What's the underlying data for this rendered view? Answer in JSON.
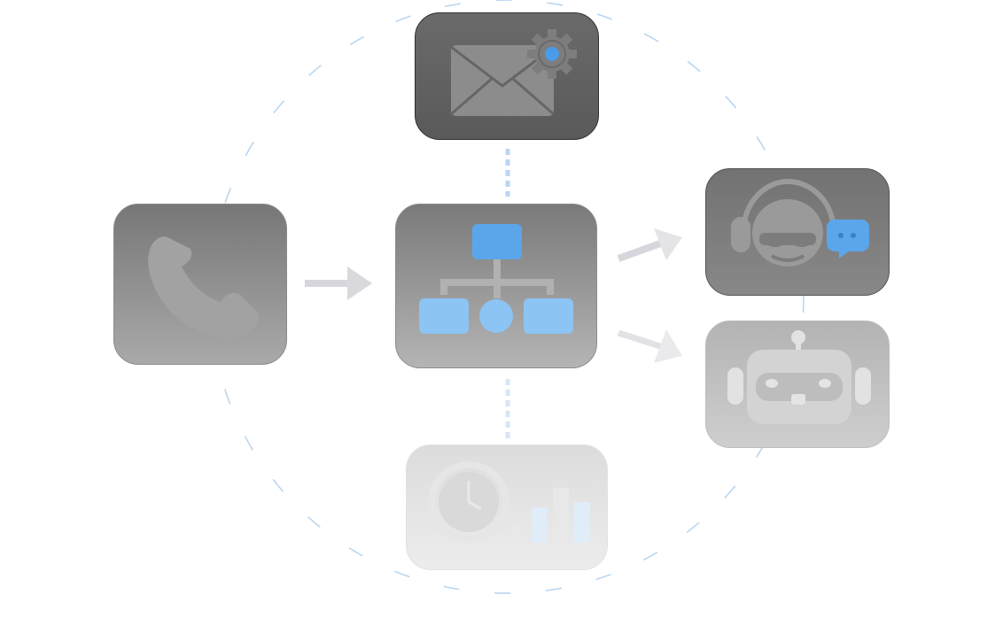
{
  "diagram": {
    "nodes": [
      {
        "id": "email",
        "icon": "envelope-gear-icon"
      },
      {
        "id": "phone",
        "icon": "phone-icon"
      },
      {
        "id": "router",
        "icon": "org-chart-icon"
      },
      {
        "id": "agent",
        "icon": "headset-agent-chat-icon"
      },
      {
        "id": "bot",
        "icon": "robot-icon"
      },
      {
        "id": "reports",
        "icon": "clock-bar-chart-icon"
      }
    ],
    "edges": [
      {
        "from": "phone",
        "to": "router",
        "style": "arrow"
      },
      {
        "from": "router",
        "to": "agent",
        "style": "arrow"
      },
      {
        "from": "router",
        "to": "bot",
        "style": "arrow"
      },
      {
        "from": "email",
        "to": "router",
        "style": "dotted"
      },
      {
        "from": "router",
        "to": "reports",
        "style": "dotted"
      }
    ],
    "colors": {
      "accent_blue": "#5ba6ea",
      "light_blue": "#8cc4f4",
      "ring": "#a9cdec",
      "arrow": "#d6d6dc",
      "icon_gray": "#9a9a9a"
    }
  }
}
